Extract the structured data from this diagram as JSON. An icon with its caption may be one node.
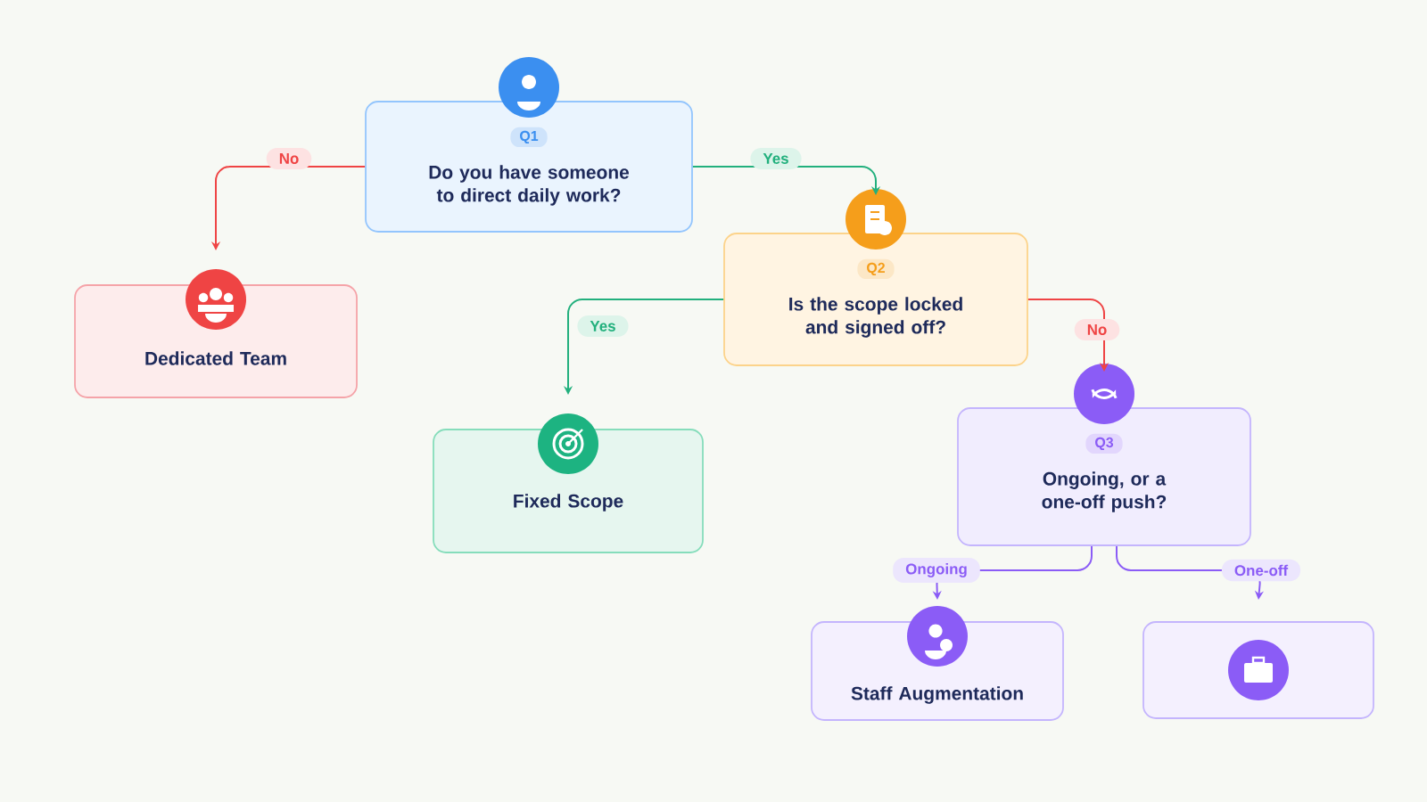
{
  "diagram": {
    "nodes": [
      {
        "text": [
          "Q1",
          "Do you have someone to direct daily work?"
        ]
      },
      {
        "text": [
          "Dedicated Team"
        ]
      },
      {
        "text": [
          "Q2",
          "Is the scope locked and signed off?"
        ]
      },
      {
        "text": [
          "Fixed Scope"
        ]
      },
      {
        "text": [
          "Q3",
          "Ongoing, or a one-off push?"
        ]
      },
      {
        "text": [
          "Staff Augmentation"
        ]
      },
      {
        "text": [],
        "shape": "box"
      }
    ],
    "edges": [
      {
        "from": 0,
        "to": 1,
        "arrow": "to",
        "label": "No",
        "color": "#ef4444"
      },
      {
        "from": 0,
        "to": 2,
        "arrow": "to",
        "label": "Yes",
        "color": "#22b07d"
      },
      {
        "from": 2,
        "to": 3,
        "arrow": "to",
        "label": "Yes",
        "color": "#22b07d"
      },
      {
        "from": 2,
        "to": 4,
        "arrow": "to",
        "label": "No",
        "color": "#ef4444"
      },
      {
        "from": 4,
        "to": 5,
        "arrow": "to",
        "label": "Ongoing",
        "color": "#8b5cf6"
      },
      {
        "from": 4,
        "to": 6,
        "arrow": "to",
        "label": "One-off",
        "color": "#8b5cf6"
      }
    ]
  }
}
